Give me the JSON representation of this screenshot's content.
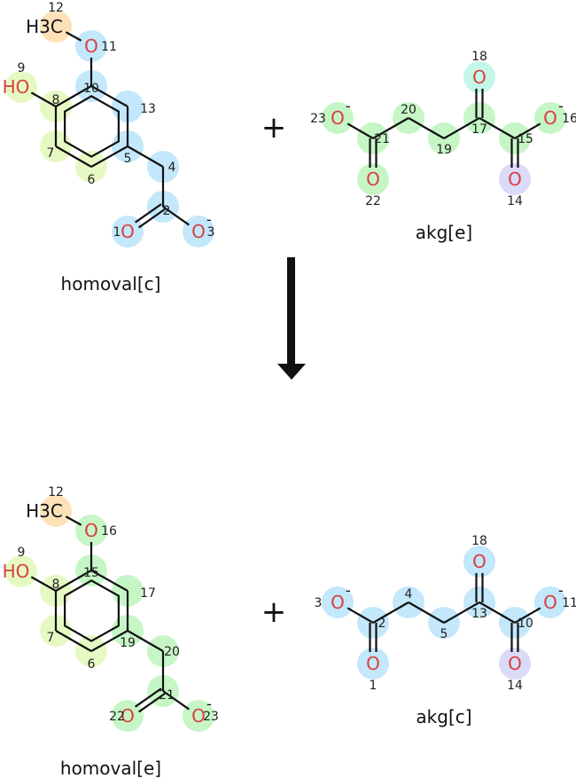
{
  "colors": {
    "blue": "#c3e7fb",
    "yellow": "#e7f9c3",
    "orange": "#fde2b9",
    "green": "#c6f6c6",
    "teal": "#c3f7e8",
    "lavender": "#dadaf9",
    "oxygen": "#d9403f",
    "bond": "#111111"
  },
  "plus_sign": "+",
  "molecules": [
    {
      "name": "homoval[c]",
      "atoms": [
        {
          "num": "12",
          "sym": "H3C",
          "hl": "orange"
        },
        {
          "num": "11",
          "sym": "O",
          "hl": "blue"
        },
        {
          "num": "10",
          "sym": "",
          "hl": "blue"
        },
        {
          "num": "13",
          "sym": "",
          "hl": "blue"
        },
        {
          "num": "5",
          "sym": "",
          "hl": "blue"
        },
        {
          "num": "6",
          "sym": "",
          "hl": "yellow"
        },
        {
          "num": "7",
          "sym": "",
          "hl": "yellow"
        },
        {
          "num": "8",
          "sym": "",
          "hl": "yellow"
        },
        {
          "num": "9",
          "sym": "HO",
          "hl": "yellow"
        },
        {
          "num": "4",
          "sym": "",
          "hl": "blue"
        },
        {
          "num": "2",
          "sym": "",
          "hl": "blue"
        },
        {
          "num": "1",
          "sym": "O",
          "hl": "blue"
        },
        {
          "num": "3",
          "sym": "O",
          "hl": "blue",
          "charge": "-"
        }
      ]
    },
    {
      "name": "akg[e]",
      "atoms": [
        {
          "num": "23",
          "sym": "O",
          "hl": "green",
          "charge": "-"
        },
        {
          "num": "21",
          "sym": "",
          "hl": "green"
        },
        {
          "num": "22",
          "sym": "O",
          "hl": "green"
        },
        {
          "num": "20",
          "sym": "",
          "hl": "green"
        },
        {
          "num": "19",
          "sym": "",
          "hl": "green"
        },
        {
          "num": "17",
          "sym": "",
          "hl": "green"
        },
        {
          "num": "18",
          "sym": "O",
          "hl": "teal"
        },
        {
          "num": "15",
          "sym": "",
          "hl": "green"
        },
        {
          "num": "14",
          "sym": "O",
          "hl": "lavender"
        },
        {
          "num": "16",
          "sym": "O",
          "hl": "green",
          "charge": "-"
        }
      ]
    },
    {
      "name": "homoval[e]",
      "atoms": [
        {
          "num": "12",
          "sym": "H3C",
          "hl": "orange"
        },
        {
          "num": "16",
          "sym": "O",
          "hl": "green"
        },
        {
          "num": "15",
          "sym": "",
          "hl": "green"
        },
        {
          "num": "17",
          "sym": "",
          "hl": "green"
        },
        {
          "num": "19",
          "sym": "",
          "hl": "green"
        },
        {
          "num": "6",
          "sym": "",
          "hl": "yellow"
        },
        {
          "num": "7",
          "sym": "",
          "hl": "yellow"
        },
        {
          "num": "8",
          "sym": "",
          "hl": "yellow"
        },
        {
          "num": "9",
          "sym": "HO",
          "hl": "yellow"
        },
        {
          "num": "20",
          "sym": "",
          "hl": "green"
        },
        {
          "num": "21",
          "sym": "",
          "hl": "green"
        },
        {
          "num": "22",
          "sym": "O",
          "hl": "green"
        },
        {
          "num": "23",
          "sym": "O",
          "hl": "green",
          "charge": "-"
        }
      ]
    },
    {
      "name": "akg[c]",
      "atoms": [
        {
          "num": "3",
          "sym": "O",
          "hl": "blue",
          "charge": "-"
        },
        {
          "num": "2",
          "sym": "",
          "hl": "blue"
        },
        {
          "num": "1",
          "sym": "O",
          "hl": "blue"
        },
        {
          "num": "4",
          "sym": "",
          "hl": "blue"
        },
        {
          "num": "5",
          "sym": "",
          "hl": "blue"
        },
        {
          "num": "13",
          "sym": "",
          "hl": "blue"
        },
        {
          "num": "18",
          "sym": "O",
          "hl": "blue"
        },
        {
          "num": "10",
          "sym": "",
          "hl": "blue"
        },
        {
          "num": "14",
          "sym": "O",
          "hl": "lavender"
        },
        {
          "num": "11",
          "sym": "O",
          "hl": "blue",
          "charge": "-"
        }
      ]
    }
  ]
}
